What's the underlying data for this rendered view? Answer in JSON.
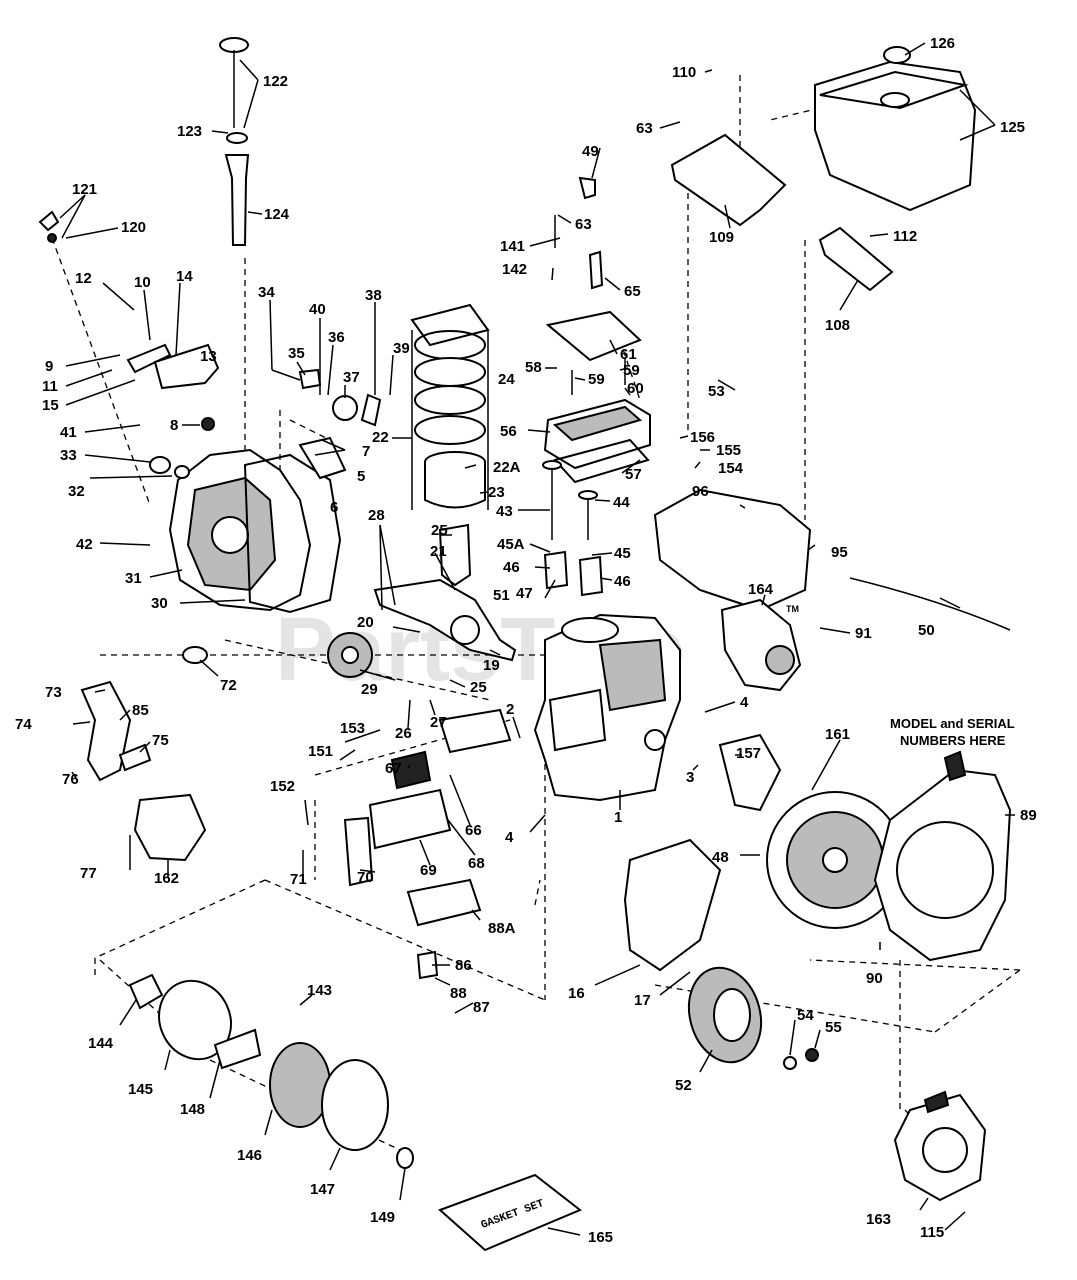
{
  "watermark": "PartsTree",
  "trademark": "TM",
  "model_note": {
    "line1": "MODEL and SERIAL",
    "line2": "NUMBERS HERE"
  },
  "gasket_book_label": "GASKET SET",
  "callouts": {
    "c1": "1",
    "c2": "2",
    "c3": "3",
    "c4a": "4",
    "c4b": "4",
    "c5": "5",
    "c6": "6",
    "c7": "7",
    "c8": "8",
    "c9": "9",
    "c10": "10",
    "c11": "11",
    "c12": "12",
    "c13": "13",
    "c14": "14",
    "c15": "15",
    "c16": "16",
    "c17": "17",
    "c19": "19",
    "c20": "20",
    "c21": "21",
    "c22": "22",
    "c22a": "22A",
    "c23": "23",
    "c24": "24",
    "c25a": "25",
    "c25b": "25",
    "c26": "26",
    "c27": "27",
    "c28": "28",
    "c29": "29",
    "c30": "30",
    "c31": "31",
    "c32": "32",
    "c33": "33",
    "c34": "34",
    "c35": "35",
    "c36": "36",
    "c37": "37",
    "c38": "38",
    "c39": "39",
    "c40": "40",
    "c41": "41",
    "c42": "42",
    "c43": "43",
    "c44": "44",
    "c45": "45",
    "c45a": "45A",
    "c46a": "46",
    "c46b": "46",
    "c47": "47",
    "c48": "48",
    "c49": "49",
    "c50": "50",
    "c51": "51",
    "c52": "52",
    "c53": "53",
    "c54": "54",
    "c55": "55",
    "c56": "56",
    "c57": "57",
    "c58": "58",
    "c59a": "59",
    "c59b": "59",
    "c60": "60",
    "c61": "61",
    "c63a": "63",
    "c63b": "63",
    "c65": "65",
    "c66": "66",
    "c67": "67",
    "c68": "68",
    "c69": "69",
    "c70": "70",
    "c71": "71",
    "c72": "72",
    "c73": "73",
    "c74": "74",
    "c75": "75",
    "c76": "76",
    "c77": "77",
    "c85": "85",
    "c86": "86",
    "c87": "87",
    "c88": "88",
    "c88a": "88A",
    "c89": "89",
    "c90": "90",
    "c91": "91",
    "c95": "95",
    "c96": "96",
    "c108": "108",
    "c109": "109",
    "c110": "110",
    "c112": "112",
    "c115": "115",
    "c120": "120",
    "c121": "121",
    "c122": "122",
    "c123": "123",
    "c124": "124",
    "c125": "125",
    "c126": "126",
    "c141": "141",
    "c142": "142",
    "c143": "143",
    "c144": "144",
    "c145": "145",
    "c146": "146",
    "c147": "147",
    "c148": "148",
    "c149": "149",
    "c151": "151",
    "c152": "152",
    "c153": "153",
    "c154": "154",
    "c155": "155",
    "c156": "156",
    "c157": "157",
    "c161": "161",
    "c162": "162",
    "c163": "163",
    "c164": "164",
    "c165": "165"
  }
}
